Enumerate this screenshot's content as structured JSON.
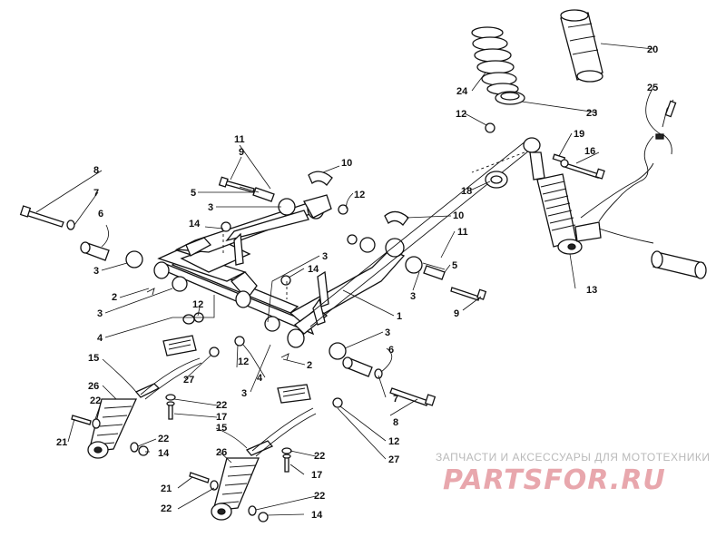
{
  "callouts": {
    "c1": "1",
    "c2a": "2",
    "c2b": "2",
    "c3a": "3",
    "c3b": "3",
    "c3c": "3",
    "c3d": "3",
    "c3e": "3",
    "c3f": "3",
    "c3g": "3",
    "c4a": "4",
    "c4b": "4",
    "c5a": "5",
    "c5b": "5",
    "c6a": "6",
    "c6b": "6",
    "c7a": "7",
    "c7b": "7",
    "c8a": "8",
    "c8b": "8",
    "c9a": "9",
    "c9b": "9",
    "c10a": "10",
    "c10b": "10",
    "c11a": "11",
    "c11b": "11",
    "c12a": "12",
    "c12b": "12",
    "c12c": "12",
    "c12d": "12",
    "c12e": "12",
    "c13": "13",
    "c14a": "14",
    "c14b": "14",
    "c14c": "14",
    "c14d": "14",
    "c15a": "15",
    "c15b": "15",
    "c16": "16",
    "c17a": "17",
    "c17b": "17",
    "c18": "18",
    "c19": "19",
    "c20": "20",
    "c21a": "21",
    "c21b": "21",
    "c22a": "22",
    "c22b": "22",
    "c22c": "22",
    "c22d": "22",
    "c22e": "22",
    "c22f": "22",
    "c23": "23",
    "c24": "24",
    "c25": "25",
    "c26a": "26",
    "c26b": "26",
    "c27a": "27",
    "c27b": "27"
  },
  "watermark": {
    "tagline": "ЗАПЧАСТИ И АКСЕССУАРЫ ДЛЯ МОТОТЕХНИКИ",
    "logo_text": "PARTSFOR.RU",
    "color": "#e8a7ad"
  }
}
